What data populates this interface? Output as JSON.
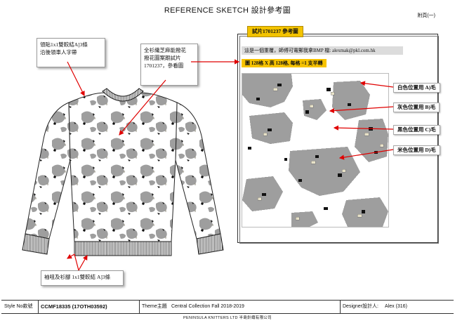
{
  "header": {
    "title_en": "REFERENCE SKETCH",
    "title_zh": "設計參考圖",
    "page_label": "附頁(一)"
  },
  "annotations": {
    "yoke": [
      "領貼1x1雙較結A]3條",
      "沿後領車人字帶"
    ],
    "sweater": [
      "全衫織芝麻能撥花",
      "撥花圖案跟試片",
      "1701237，參看圖"
    ],
    "cuff": "袖咀及衫腳 1x1雙較結 A]3條"
  },
  "reference_panel": {
    "sample_tag": "試片1701237 參考圖",
    "info_text": "這是一個重覆，師傅可電郵我拿BMP 檔: alexmak@pkl.com.hk",
    "grid_text": "圖 128格 X 高 128格, 每格 =1 支半轉"
  },
  "color_positions": [
    {
      "label": "白色位置用 A)毛",
      "color": "#ffffff"
    },
    {
      "label": "灰色位置用 B)毛",
      "color": "#9e9e9e"
    },
    {
      "label": "黑色位置用 C)毛",
      "color": "#111111"
    },
    {
      "label": "米色位置用 D)毛",
      "color": "#e8e2c8"
    }
  ],
  "footer": {
    "style_label": "Style No款號",
    "style_value": "CCMF18335 (17OTH03592)",
    "theme_label": "Theme主題",
    "theme_value": "Central Collection Fall 2018-2019",
    "designer_label": "Designer設計人:",
    "designer_value": "Alex (316)",
    "company": "PENINSULA KNITTERS LTD 半島針織有限公司"
  },
  "colors": {
    "accent_yellow": "#f7c300",
    "arrow_red": "#e00000",
    "fabric_grey": "#9e9e9e"
  }
}
